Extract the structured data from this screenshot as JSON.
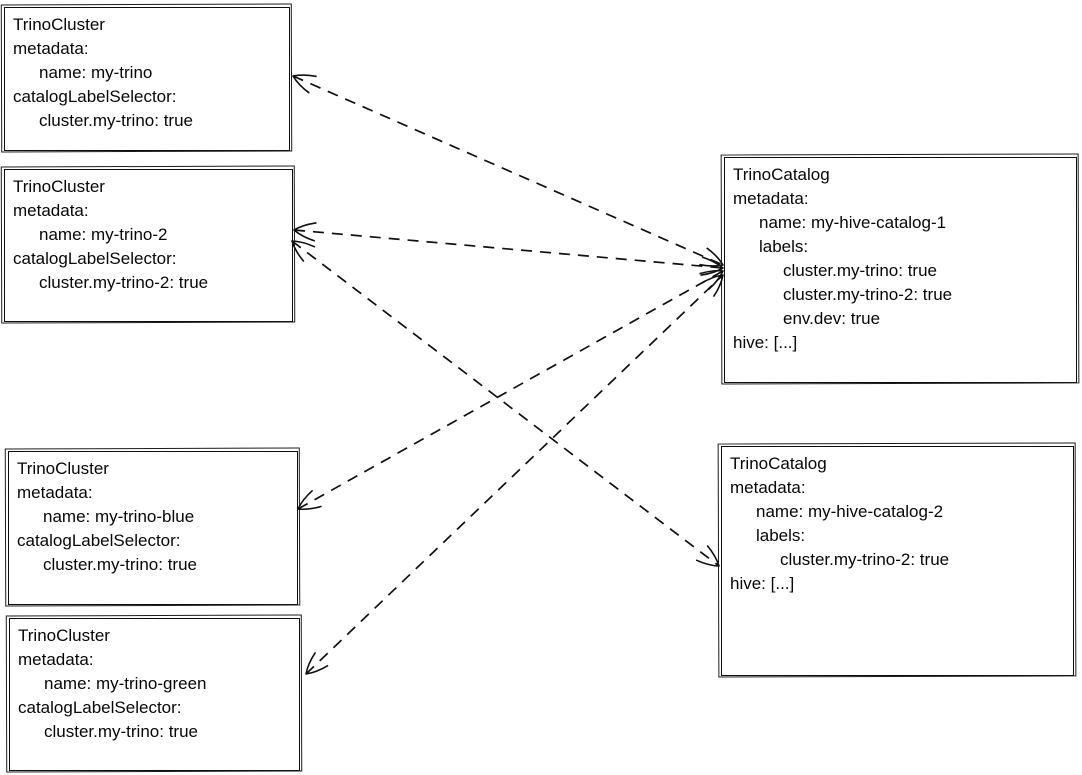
{
  "colors": {
    "background": "#ffffff",
    "stroke": "#101010",
    "text": "#070707"
  },
  "diagram": {
    "nodes": [
      {
        "id": "cluster-my-trino",
        "kind": "TrinoCluster",
        "lines": [
          {
            "text": "TrinoCluster",
            "indent": 0
          },
          {
            "text": "metadata:",
            "indent": 0
          },
          {
            "text": "name: my-trino",
            "indent": 1
          },
          {
            "text": "catalogLabelSelector:",
            "indent": 0
          },
          {
            "text": "cluster.my-trino: true",
            "indent": 1
          }
        ]
      },
      {
        "id": "cluster-my-trino-2",
        "kind": "TrinoCluster",
        "lines": [
          {
            "text": "TrinoCluster",
            "indent": 0
          },
          {
            "text": "metadata:",
            "indent": 0
          },
          {
            "text": "name: my-trino-2",
            "indent": 1
          },
          {
            "text": "catalogLabelSelector:",
            "indent": 0
          },
          {
            "text": "cluster.my-trino-2: true",
            "indent": 1
          }
        ]
      },
      {
        "id": "cluster-my-trino-blue",
        "kind": "TrinoCluster",
        "lines": [
          {
            "text": "TrinoCluster",
            "indent": 0
          },
          {
            "text": "metadata:",
            "indent": 0
          },
          {
            "text": "name: my-trino-blue",
            "indent": 1
          },
          {
            "text": "catalogLabelSelector:",
            "indent": 0
          },
          {
            "text": "cluster.my-trino: true",
            "indent": 1
          }
        ]
      },
      {
        "id": "cluster-my-trino-green",
        "kind": "TrinoCluster",
        "lines": [
          {
            "text": "TrinoCluster",
            "indent": 0
          },
          {
            "text": "metadata:",
            "indent": 0
          },
          {
            "text": "name: my-trino-green",
            "indent": 1
          },
          {
            "text": "catalogLabelSelector:",
            "indent": 0
          },
          {
            "text": "cluster.my-trino: true",
            "indent": 1
          }
        ]
      },
      {
        "id": "catalog-my-hive-catalog-1",
        "kind": "TrinoCatalog",
        "lines": [
          {
            "text": "TrinoCatalog",
            "indent": 0
          },
          {
            "text": "metadata:",
            "indent": 0
          },
          {
            "text": "name: my-hive-catalog-1",
            "indent": 1
          },
          {
            "text": "labels:",
            "indent": 1
          },
          {
            "text": "cluster.my-trino: true",
            "indent": 2
          },
          {
            "text": "cluster.my-trino-2: true",
            "indent": 2
          },
          {
            "text": "env.dev: true",
            "indent": 2
          },
          {
            "text": "hive: [...]",
            "indent": 0
          }
        ]
      },
      {
        "id": "catalog-my-hive-catalog-2",
        "kind": "TrinoCatalog",
        "lines": [
          {
            "text": "TrinoCatalog",
            "indent": 0
          },
          {
            "text": "metadata:",
            "indent": 0
          },
          {
            "text": "name: my-hive-catalog-2",
            "indent": 1
          },
          {
            "text": "labels:",
            "indent": 1
          },
          {
            "text": "cluster.my-trino-2: true",
            "indent": 2
          },
          {
            "text": "hive: [...]",
            "indent": 0
          }
        ]
      }
    ],
    "edges": [
      {
        "from": "cluster-my-trino",
        "to": "catalog-my-hive-catalog-1",
        "style": "dashed",
        "arrowheads": "both"
      },
      {
        "from": "cluster-my-trino-2",
        "to": "catalog-my-hive-catalog-1",
        "style": "dashed",
        "arrowheads": "both"
      },
      {
        "from": "cluster-my-trino-2",
        "to": "catalog-my-hive-catalog-2",
        "style": "dashed",
        "arrowheads": "both"
      },
      {
        "from": "cluster-my-trino-blue",
        "to": "catalog-my-hive-catalog-1",
        "style": "dashed",
        "arrowheads": "both"
      },
      {
        "from": "cluster-my-trino-green",
        "to": "catalog-my-hive-catalog-1",
        "style": "dashed",
        "arrowheads": "both"
      }
    ]
  }
}
